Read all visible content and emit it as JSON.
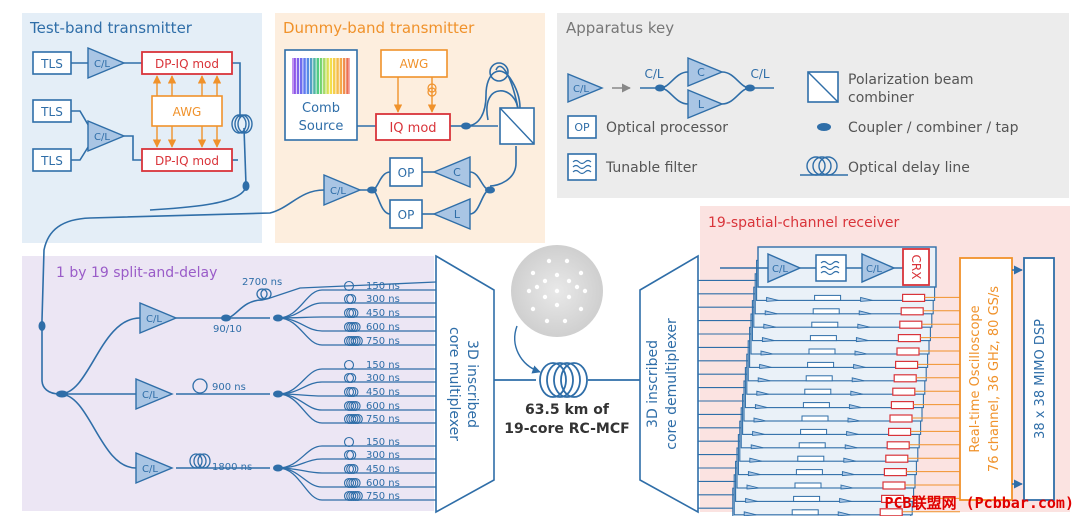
{
  "colors": {
    "blue": "#2f6ea8",
    "fill": "#cfe0f1",
    "red": "#d9343a",
    "orange": "#f0922b",
    "panel_tx": "#e4eef7",
    "panel_dummy": "#fdeede",
    "panel_key": "#ececec",
    "panel_split": "#ece6f4",
    "panel_rx": "#fbe3e1"
  },
  "panels": {
    "test_band": "Test-band transmitter",
    "dummy_band": "Dummy-band transmitter",
    "key": "Apparatus key",
    "split": "1 by 19 split-and-delay",
    "receiver": "19-spatial-channel receiver"
  },
  "labels": {
    "tls": "TLS",
    "cl": "C/L",
    "c": "C",
    "l": "L",
    "dpiq": "DP-IQ mod",
    "awg": "AWG",
    "comb1": "Comb",
    "comb2": "Source",
    "iqmod": "IQ mod",
    "op": "OP",
    "crx": "CRX",
    "ratio": "90/10",
    "mux1": "3D inscribed",
    "mux2": "core multiplexer",
    "demux1": "3D inscribed",
    "demux2": "core demultiplexer",
    "fiber1": "63.5 km of",
    "fiber2": "19-core RC-MCF",
    "osc1": "Real-time Oscilloscope",
    "osc2": "76 channel, 36 GHz, 80 GS/s",
    "dsp": "38 x 38 MIMO DSP"
  },
  "delays": {
    "d2700": "2700 ns",
    "d900": "900 ns",
    "d1800": "1800 ns",
    "fan": [
      "150 ns",
      "300 ns",
      "450 ns",
      "600 ns",
      "750 ns"
    ]
  },
  "key": {
    "cl_left": "C/L",
    "cl_right": "C/L",
    "c": "C",
    "l": "L",
    "op": "OP",
    "optical_processor": "Optical processor",
    "tunable_filter": "Tunable filter",
    "pbc1": "Polarization beam",
    "pbc2": "combiner",
    "coupler": "Coupler / combiner / tap",
    "delay": "Optical delay line"
  },
  "watermark": "PCB联盟网 (Pcbbar.com)"
}
